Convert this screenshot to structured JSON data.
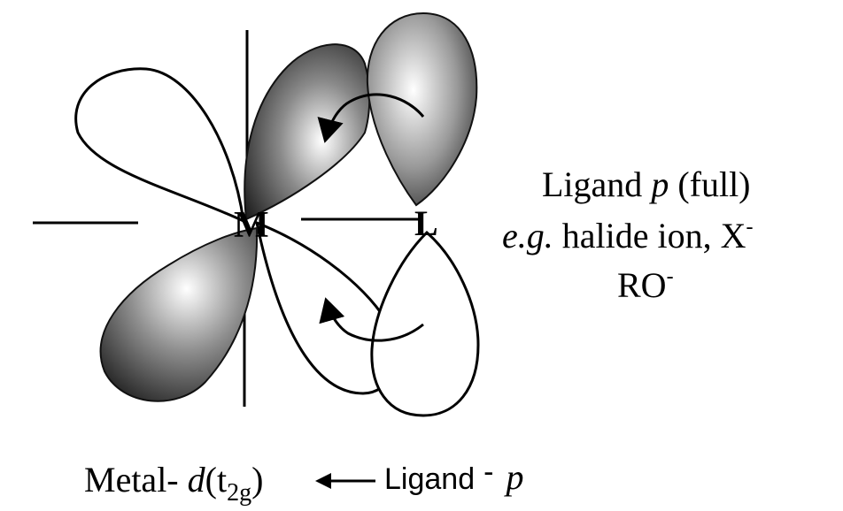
{
  "diagram": {
    "metal_label": "M",
    "ligand_label": "L",
    "ligand_desc": {
      "line1_prefix": "Ligand ",
      "line1_italic": "p",
      "line1_suffix": " (full)",
      "line2_italic": "e.g.",
      "line2_text": " halide ion, X",
      "line2_sup": "-",
      "line3_text": "RO",
      "line3_sup": "-"
    },
    "caption": {
      "metal_prefix": "Metal- ",
      "metal_italic": "d",
      "metal_open": "(t",
      "metal_sub": "2g",
      "metal_close": ")",
      "ligand_text": "Ligand",
      "ligand_dash": "-",
      "ligand_italic": "p"
    }
  }
}
